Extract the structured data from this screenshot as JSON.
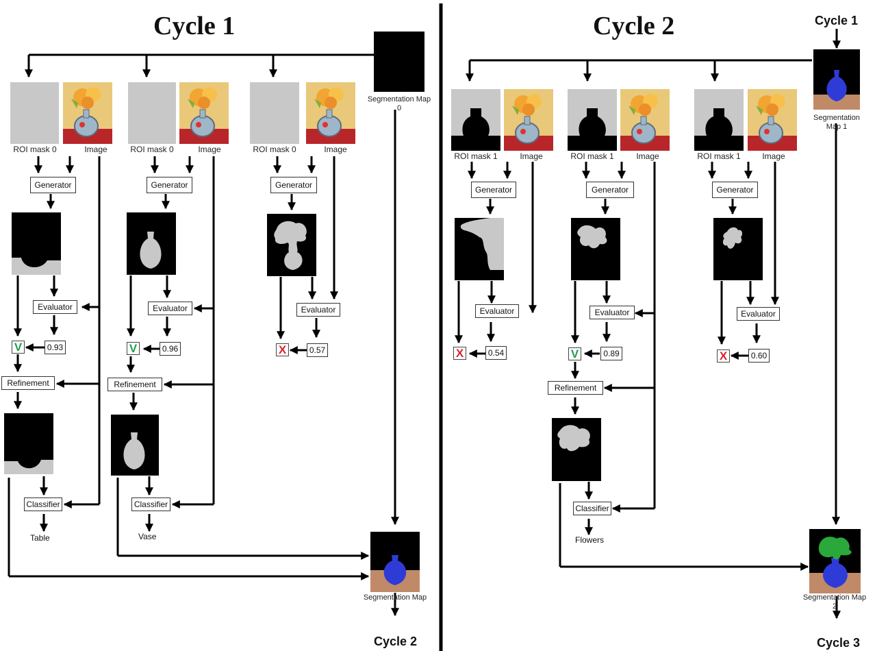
{
  "cycle1": {
    "title": "Cycle 1",
    "next": "Cycle 2",
    "input_map_label": "Segmentation Map 0",
    "output_map_label": "Segmentation Map 1",
    "branches": [
      {
        "mask_label": "ROI mask 0",
        "image_label": "Image",
        "generator": "Generator",
        "evaluator": "Evaluator",
        "score": "0.93",
        "decision": "V",
        "refinement": "Refinement",
        "classifier": "Classifier",
        "class": "Table"
      },
      {
        "mask_label": "ROI mask 0",
        "image_label": "Image",
        "generator": "Generator",
        "evaluator": "Evaluator",
        "score": "0.96",
        "decision": "V",
        "refinement": "Refinement",
        "classifier": "Classifier",
        "class": "Vase"
      },
      {
        "mask_label": "ROI mask 0",
        "image_label": "Image",
        "generator": "Generator",
        "evaluator": "Evaluator",
        "score": "0.57",
        "decision": "X"
      }
    ]
  },
  "cycle2": {
    "title": "Cycle 2",
    "prev": "Cycle 1",
    "next": "Cycle 3",
    "input_map_label": "Segmentation Map 1",
    "output_map_label": "Segmentation Map 2",
    "branches": [
      {
        "mask_label": "ROI mask 1",
        "image_label": "Image",
        "generator": "Generator",
        "evaluator": "Evaluator",
        "score": "0.54",
        "decision": "X"
      },
      {
        "mask_label": "ROI mask 1",
        "image_label": "Image",
        "generator": "Generator",
        "evaluator": "Evaluator",
        "score": "0.89",
        "decision": "V",
        "refinement": "Refinement",
        "classifier": "Classifier",
        "class": "Flowers"
      },
      {
        "mask_label": "ROI mask 1",
        "image_label": "Image",
        "generator": "Generator",
        "evaluator": "Evaluator",
        "score": "0.60",
        "decision": "X"
      }
    ]
  },
  "colors": {
    "mask_fg": "#c8c8c8",
    "mask_bg": "#000000",
    "vase": "#2f3bd6",
    "table": "#c08a68",
    "flowers": "#2aa83a",
    "accept": "#1fa14a",
    "reject": "#d9232e"
  }
}
